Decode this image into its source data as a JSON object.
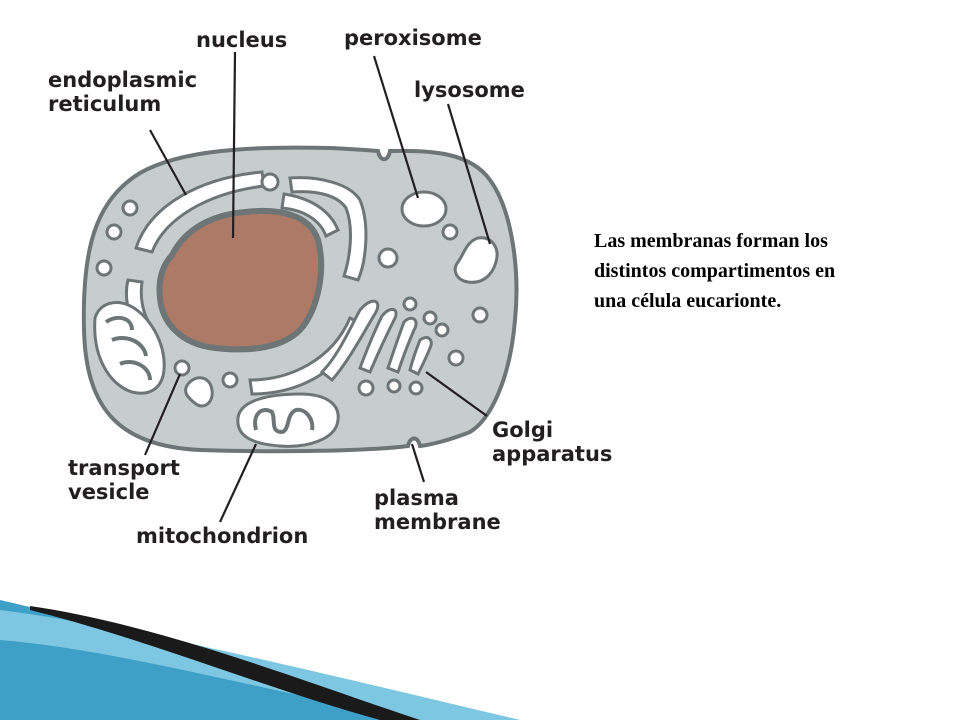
{
  "diagram": {
    "labels": {
      "nucleus": "nucleus",
      "peroxisome": "peroxisome",
      "endoplasmic_reticulum": "endoplasmic\nreticulum",
      "lysosome": "lysosome",
      "golgi_apparatus": "Golgi\napparatus",
      "transport_vesicle": "transport\nvesicle",
      "plasma_membrane": "plasma\nmembrane",
      "mitochondrion": "mitochondrion"
    },
    "colors": {
      "cytoplasm": "#c7cdcd",
      "membrane": "#6d7577",
      "nucleus_fill": "#ad7a68",
      "organelle_interior": "#ffffff",
      "accent_blue": "#3ea0c6"
    }
  },
  "caption": "Las membranas forman los\ndistintos compartimentos en\nuna célula eucarionte."
}
